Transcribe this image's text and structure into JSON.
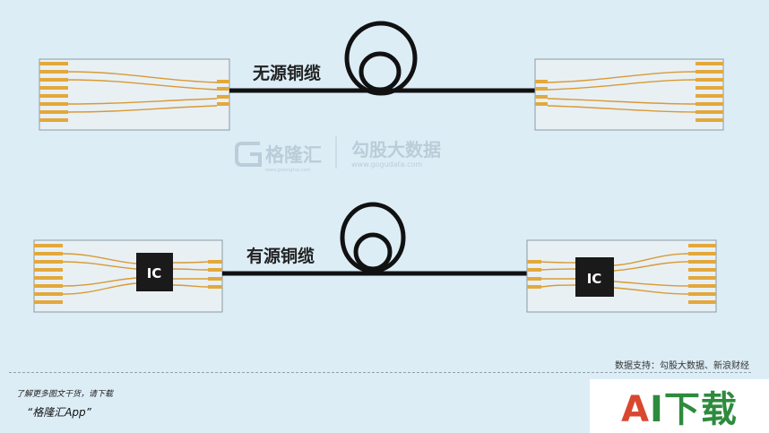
{
  "diagram": {
    "top_label": "无源铜缆",
    "bottom_label": "有源铜缆",
    "chip_label": "IC",
    "watermark_brand": "格隆汇",
    "watermark_brand_url": "www.gelonghui.com",
    "watermark_data": "勾股大数据",
    "watermark_data_url": "www.gogudata.com"
  },
  "footer": {
    "source": "数据支持：勾股大数据、新浪财经",
    "promo_line": "了解更多图文干货，请下载",
    "promo_app": "“格隆汇App”",
    "ai_a": "A",
    "ai_i": "I",
    "ai_rest": "下载"
  },
  "colors": {
    "background": "#dcedf6",
    "board": "#e8f0f4",
    "pad": "#e3a83b",
    "trace": "#d99a35",
    "cable": "#111111",
    "chip": "#1a1a1a"
  }
}
